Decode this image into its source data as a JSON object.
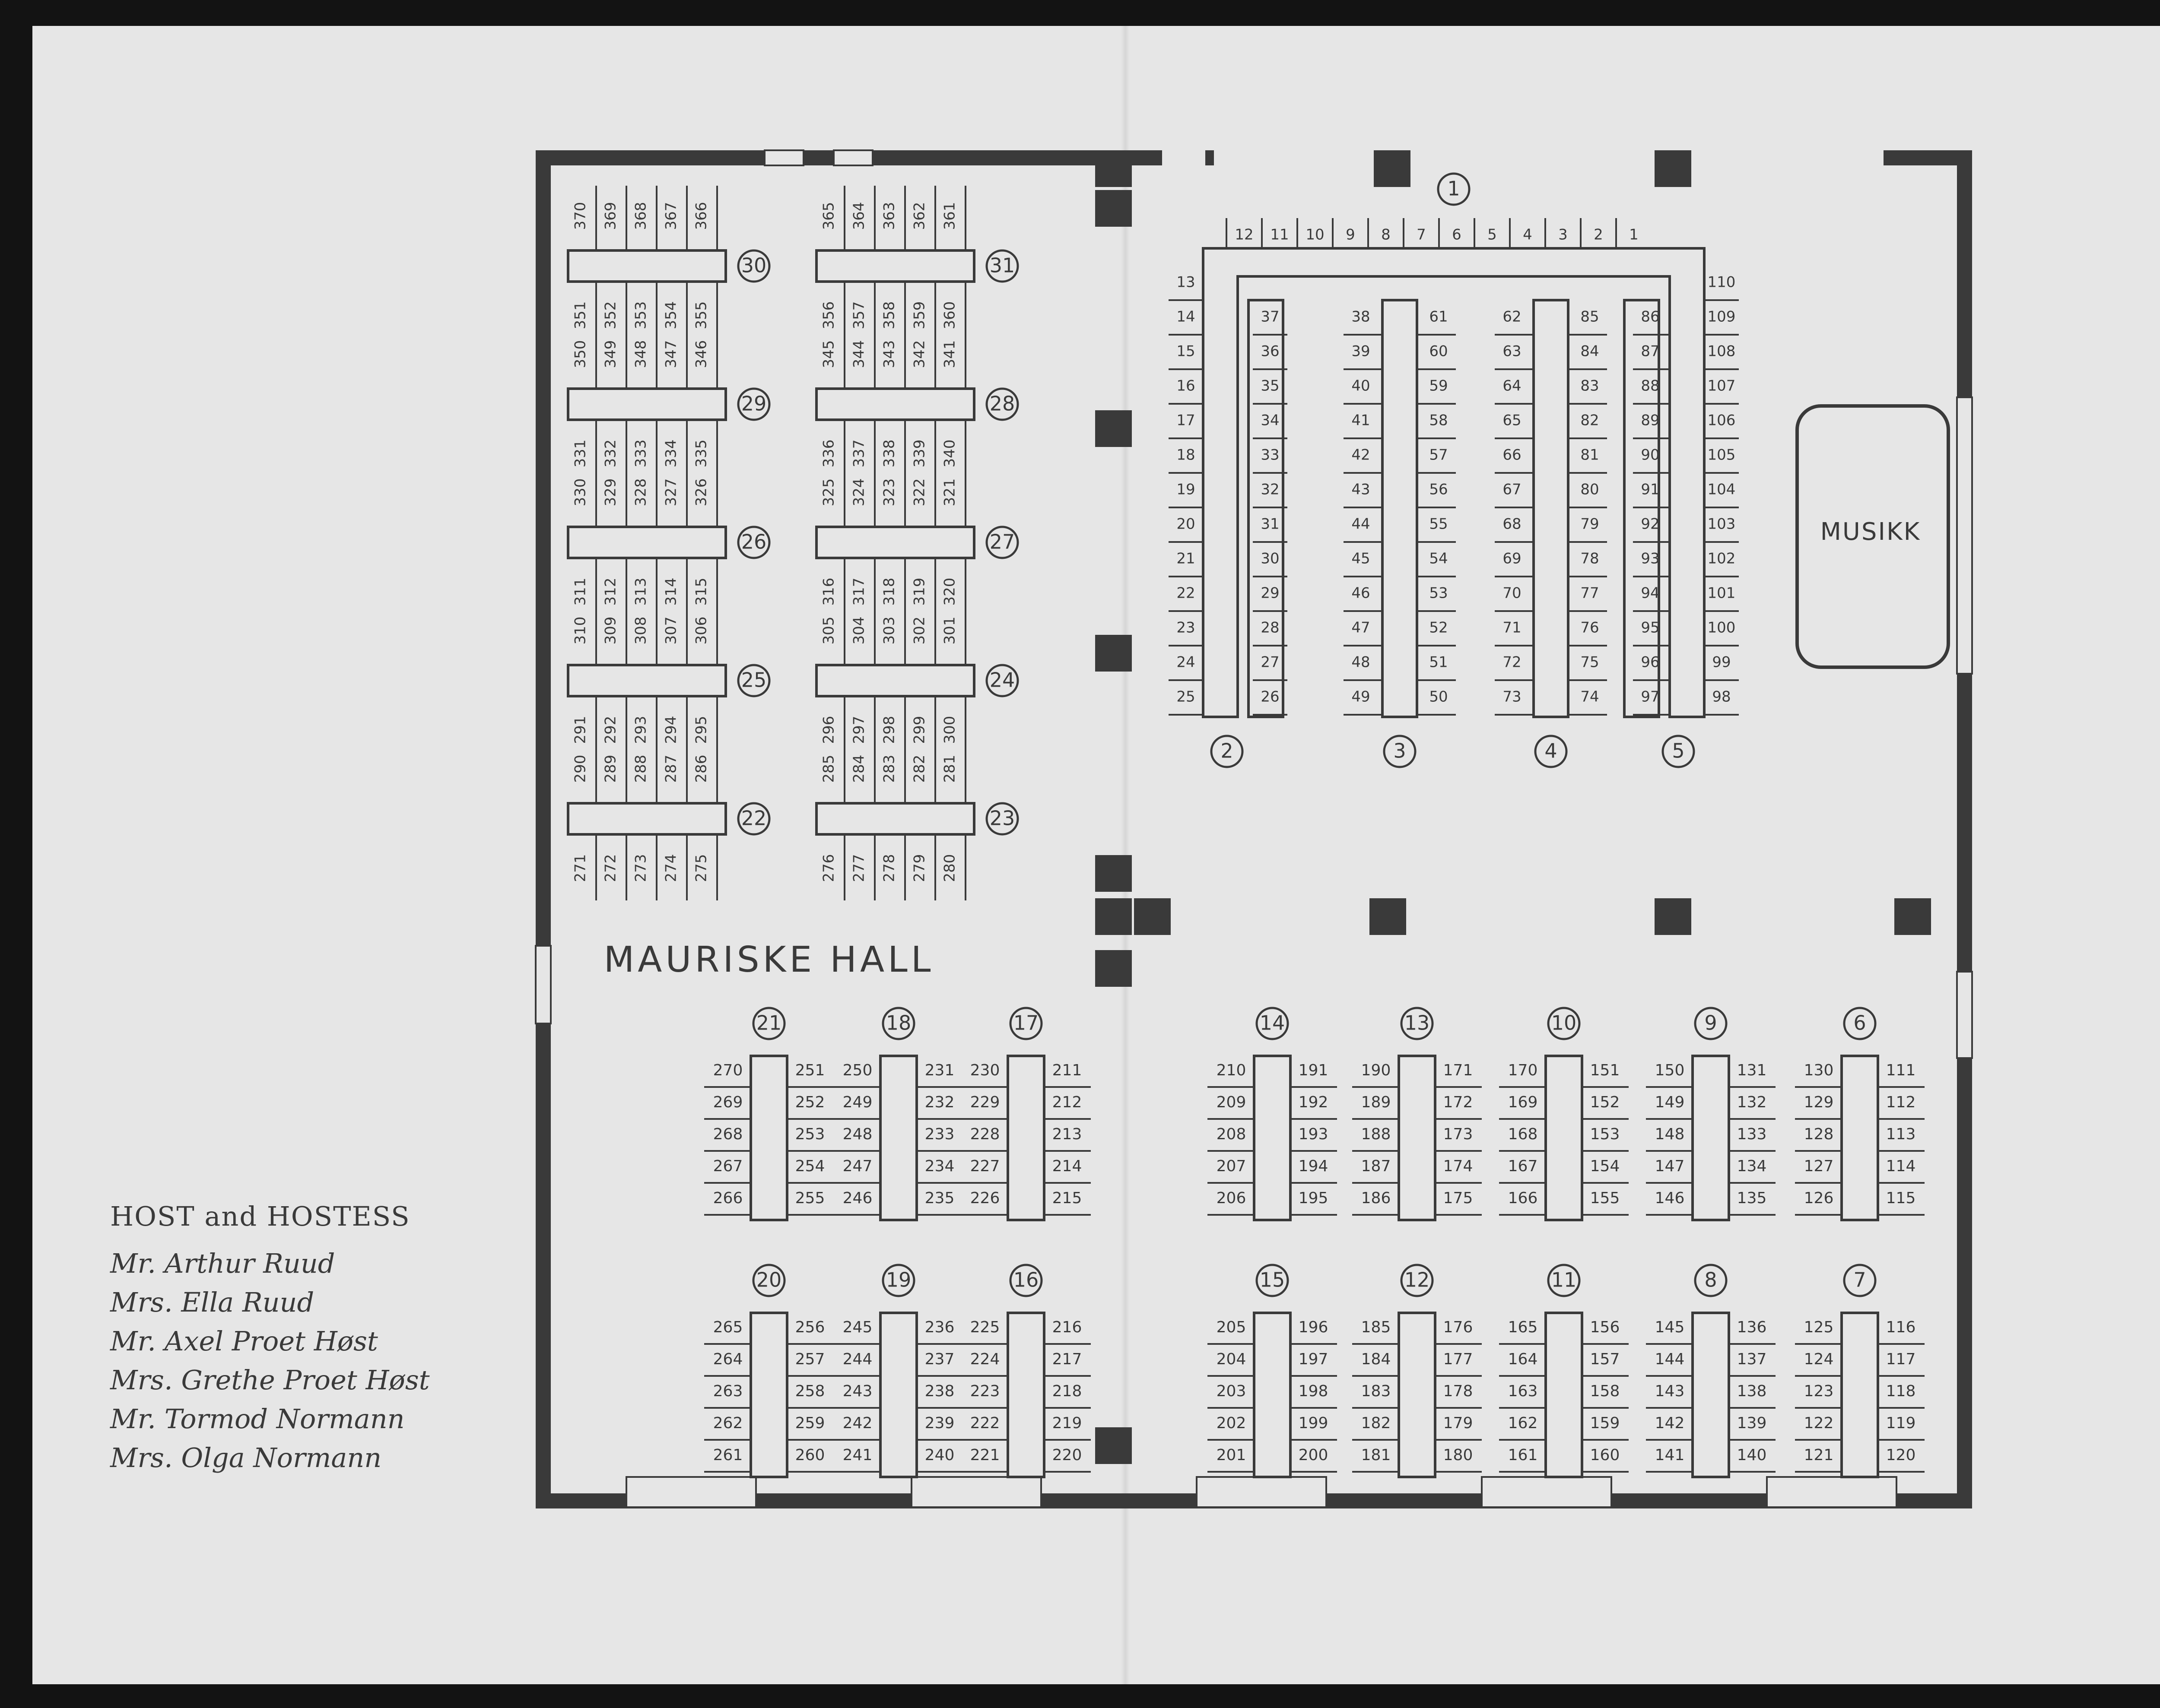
{
  "hall_title": "MAURISKE HALL",
  "music_label": "MUSIKK",
  "hosts": {
    "title": "HOST and HOSTESS",
    "names": [
      "Mr. Arthur Ruud",
      "Mrs. Ella Ruud",
      "Mr. Axel Proet Høst",
      "Mrs. Grethe Proet Høst",
      "Mr. Tormod Normann",
      "Mrs. Olga Normann"
    ]
  },
  "head_table": {
    "number": "1",
    "top_seats": [
      "12",
      "11",
      "10",
      "9",
      "8",
      "7",
      "6",
      "5",
      "4",
      "3",
      "2",
      "1"
    ],
    "left_seats": [
      "13",
      "14",
      "15",
      "16",
      "17",
      "18",
      "19",
      "20",
      "21",
      "22",
      "23",
      "24",
      "25"
    ],
    "right_seats": [
      "110",
      "109",
      "108",
      "107",
      "106",
      "105",
      "104",
      "103",
      "102",
      "101",
      "100",
      "99",
      "98"
    ],
    "prongs": [
      {
        "number": "2",
        "left": [],
        "right": [
          "37",
          "36",
          "35",
          "34",
          "33",
          "32",
          "31",
          "30",
          "29",
          "28",
          "27",
          "26"
        ]
      },
      {
        "number": "3",
        "left": [
          "38",
          "39",
          "40",
          "41",
          "42",
          "43",
          "44",
          "45",
          "46",
          "47",
          "48",
          "49"
        ],
        "right": [
          "61",
          "60",
          "59",
          "58",
          "57",
          "56",
          "55",
          "54",
          "53",
          "52",
          "51",
          "50"
        ]
      },
      {
        "number": "4",
        "left": [
          "62",
          "63",
          "64",
          "65",
          "66",
          "67",
          "68",
          "69",
          "70",
          "71",
          "72",
          "73"
        ],
        "right": [
          "85",
          "84",
          "83",
          "82",
          "81",
          "80",
          "79",
          "78",
          "77",
          "76",
          "75",
          "74"
        ]
      },
      {
        "number": "5",
        "left": [
          "86",
          "87",
          "88",
          "89",
          "90",
          "91",
          "92",
          "93",
          "94",
          "95",
          "96",
          "97"
        ],
        "right": []
      }
    ]
  },
  "hall_tables": [
    {
      "number": "30",
      "top": [
        "370",
        "369",
        "368",
        "367",
        "366"
      ],
      "bottom": [
        "351",
        "352",
        "353",
        "354",
        "355"
      ]
    },
    {
      "number": "31",
      "top": [
        "365",
        "364",
        "363",
        "362",
        "361"
      ],
      "bottom": [
        "356",
        "357",
        "358",
        "359",
        "360"
      ]
    },
    {
      "number": "29",
      "top": [
        "350",
        "349",
        "348",
        "347",
        "346"
      ],
      "bottom": [
        "331",
        "332",
        "333",
        "334",
        "335"
      ]
    },
    {
      "number": "28",
      "top": [
        "345",
        "344",
        "343",
        "342",
        "341"
      ],
      "bottom": [
        "336",
        "337",
        "338",
        "339",
        "340"
      ]
    },
    {
      "number": "26",
      "top": [
        "330",
        "329",
        "328",
        "327",
        "326"
      ],
      "bottom": [
        "311",
        "312",
        "313",
        "314",
        "315"
      ]
    },
    {
      "number": "27",
      "top": [
        "325",
        "324",
        "323",
        "322",
        "321"
      ],
      "bottom": [
        "316",
        "317",
        "318",
        "319",
        "320"
      ]
    },
    {
      "number": "25",
      "top": [
        "310",
        "309",
        "308",
        "307",
        "306"
      ],
      "bottom": [
        "291",
        "292",
        "293",
        "294",
        "295"
      ]
    },
    {
      "number": "24",
      "top": [
        "305",
        "304",
        "303",
        "302",
        "301"
      ],
      "bottom": [
        "296",
        "297",
        "298",
        "299",
        "300"
      ]
    },
    {
      "number": "22",
      "top": [
        "290",
        "289",
        "288",
        "287",
        "286"
      ],
      "bottom": [
        "271",
        "272",
        "273",
        "274",
        "275"
      ]
    },
    {
      "number": "23",
      "top": [
        "285",
        "284",
        "283",
        "282",
        "281"
      ],
      "bottom": [
        "276",
        "277",
        "278",
        "279",
        "280"
      ]
    }
  ],
  "floor_tables": [
    {
      "number": "21",
      "left": [
        "270",
        "269",
        "268",
        "267",
        "266"
      ],
      "right": [
        "251",
        "252",
        "253",
        "254",
        "255"
      ]
    },
    {
      "number": "18",
      "left": [
        "250",
        "249",
        "248",
        "247",
        "246"
      ],
      "right": [
        "231",
        "232",
        "233",
        "234",
        "235"
      ]
    },
    {
      "number": "17",
      "left": [
        "230",
        "229",
        "228",
        "227",
        "226"
      ],
      "right": [
        "211",
        "212",
        "213",
        "214",
        "215"
      ]
    },
    {
      "number": "14",
      "left": [
        "210",
        "209",
        "208",
        "207",
        "206"
      ],
      "right": [
        "191",
        "192",
        "193",
        "194",
        "195"
      ]
    },
    {
      "number": "13",
      "left": [
        "190",
        "189",
        "188",
        "187",
        "186"
      ],
      "right": [
        "171",
        "172",
        "173",
        "174",
        "175"
      ]
    },
    {
      "number": "10",
      "left": [
        "170",
        "169",
        "168",
        "167",
        "166"
      ],
      "right": [
        "151",
        "152",
        "153",
        "154",
        "155"
      ]
    },
    {
      "number": "9",
      "left": [
        "150",
        "149",
        "148",
        "147",
        "146"
      ],
      "right": [
        "131",
        "132",
        "133",
        "134",
        "135"
      ]
    },
    {
      "number": "6",
      "left": [
        "130",
        "129",
        "128",
        "127",
        "126"
      ],
      "right": [
        "111",
        "112",
        "113",
        "114",
        "115"
      ]
    },
    {
      "number": "20",
      "left": [
        "265",
        "264",
        "263",
        "262",
        "261"
      ],
      "right": [
        "256",
        "257",
        "258",
        "259",
        "260"
      ]
    },
    {
      "number": "19",
      "left": [
        "245",
        "244",
        "243",
        "242",
        "241"
      ],
      "right": [
        "236",
        "237",
        "238",
        "239",
        "240"
      ]
    },
    {
      "number": "16",
      "left": [
        "225",
        "224",
        "223",
        "222",
        "221"
      ],
      "right": [
        "216",
        "217",
        "218",
        "219",
        "220"
      ]
    },
    {
      "number": "15",
      "left": [
        "205",
        "204",
        "203",
        "202",
        "201"
      ],
      "right": [
        "196",
        "197",
        "198",
        "199",
        "200"
      ]
    },
    {
      "number": "12",
      "left": [
        "185",
        "184",
        "183",
        "182",
        "181"
      ],
      "right": [
        "176",
        "177",
        "178",
        "179",
        "180"
      ]
    },
    {
      "number": "11",
      "left": [
        "165",
        "164",
        "163",
        "162",
        "161"
      ],
      "right": [
        "156",
        "157",
        "158",
        "159",
        "160"
      ]
    },
    {
      "number": "8",
      "left": [
        "145",
        "144",
        "143",
        "142",
        "141"
      ],
      "right": [
        "136",
        "137",
        "138",
        "139",
        "140"
      ]
    },
    {
      "number": "7",
      "left": [
        "125",
        "124",
        "123",
        "122",
        "121"
      ],
      "right": [
        "116",
        "117",
        "118",
        "119",
        "120"
      ]
    }
  ]
}
